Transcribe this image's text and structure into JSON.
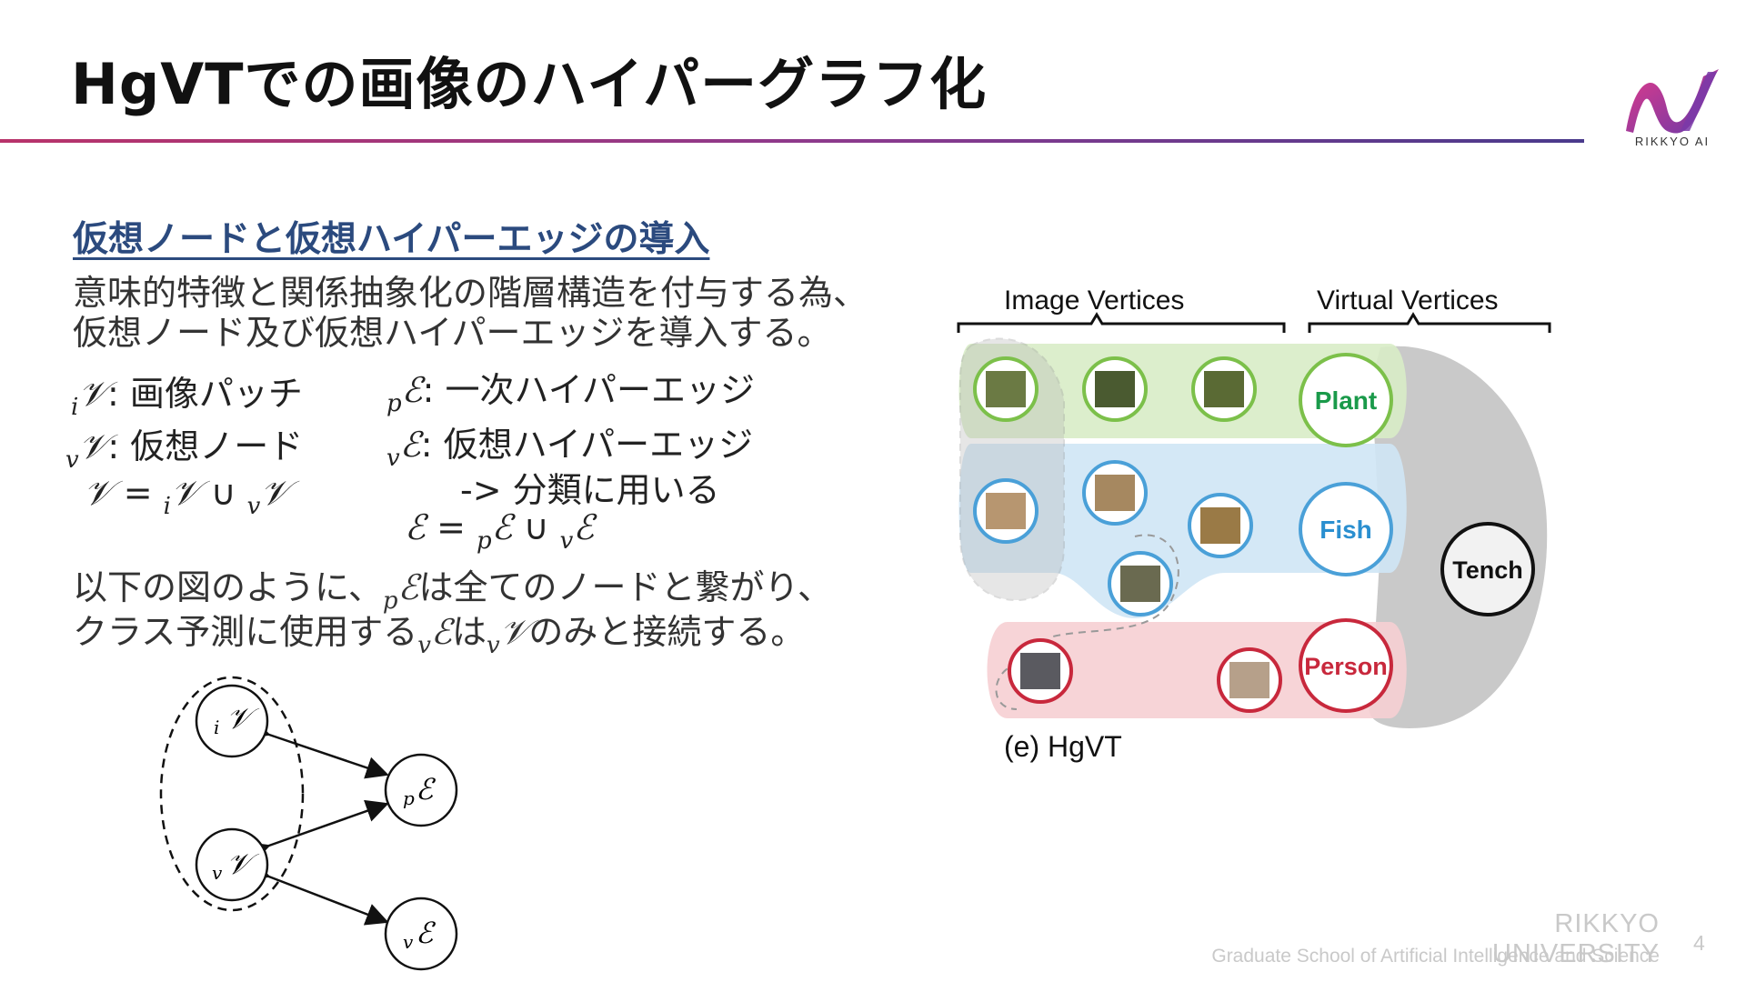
{
  "title": "HgVTでの画像のハイパーグラフ化",
  "logo": {
    "text": "RIKKYO AI",
    "colors": {
      "pink": "#d2327a",
      "purple": "#5b3b9c"
    }
  },
  "subtitle": "仮想ノードと仮想ハイパーエッジの導入",
  "para1": {
    "line1": "意味的特徴と関係抽象化の階層構造を付与する為、",
    "line2": "仮想ノード及び仮想ハイパーエッジを導入する。"
  },
  "definitions": {
    "iv": {
      "main": "𝒱",
      "sub": "i",
      "text": ": 画像パッチ"
    },
    "vv": {
      "main": "𝒱",
      "sub": "v",
      "text": ": 仮想ノード"
    },
    "v_union": {
      "lhs": "𝒱",
      "eq": " = ",
      "a_sub": "i",
      "a": "𝒱",
      "cup": " ∪ ",
      "b_sub": "v",
      "b": "𝒱"
    },
    "pe": {
      "main": "ℰ",
      "sub": "p",
      "text": ": 一次ハイパーエッジ"
    },
    "ve": {
      "main": "ℰ",
      "sub": "v",
      "text": ": 仮想ハイパーエッジ"
    },
    "ve_note": "-> 分類に用いる",
    "e_union": {
      "lhs": "ℰ",
      "eq": " = ",
      "a_sub": "p",
      "a": "ℰ",
      "cup": " ∪ ",
      "b_sub": "v",
      "b": "ℰ"
    }
  },
  "para2": {
    "l1a": "以下の図のように、",
    "l1_sub": "p",
    "l1_sym": "ℰ",
    "l1b": "は全てのノードと繋がり、",
    "l2a": "クラス予測に使用する",
    "l2_sub1": "v",
    "l2_sym1": "ℰ",
    "l2b": "は",
    "l2_sub2": "v",
    "l2_sym2": "𝒱",
    "l2c": "のみと接続する。"
  },
  "diagram": {
    "iv_sub": "i",
    "iv": "𝒱",
    "vv_sub": "v",
    "vv": "𝒱",
    "pe_sub": "p",
    "pe": "ℰ",
    "ve_sub": "v",
    "ve": "ℰ"
  },
  "hgvt_figure": {
    "image_vertices_label": "Image Vertices",
    "virtual_vertices_label": "Virtual Vertices",
    "caption": "(e) HgVT",
    "classes": [
      {
        "label": "Plant",
        "color": "#1a9a4a"
      },
      {
        "label": "Fish",
        "color": "#2a8fd0"
      },
      {
        "label": "Person",
        "color": "#c8283c"
      }
    ],
    "tench_label": "Tench",
    "band_colors": {
      "green": "#d8ecc6",
      "blue": "#cfe6f5",
      "red": "#f6cfd3",
      "gray": "#c9c9c9"
    }
  },
  "footer": {
    "university": "RIKKYO UNIVERSITY",
    "school": "Graduate School of Artificial Intelligence and Science",
    "page": "4"
  }
}
